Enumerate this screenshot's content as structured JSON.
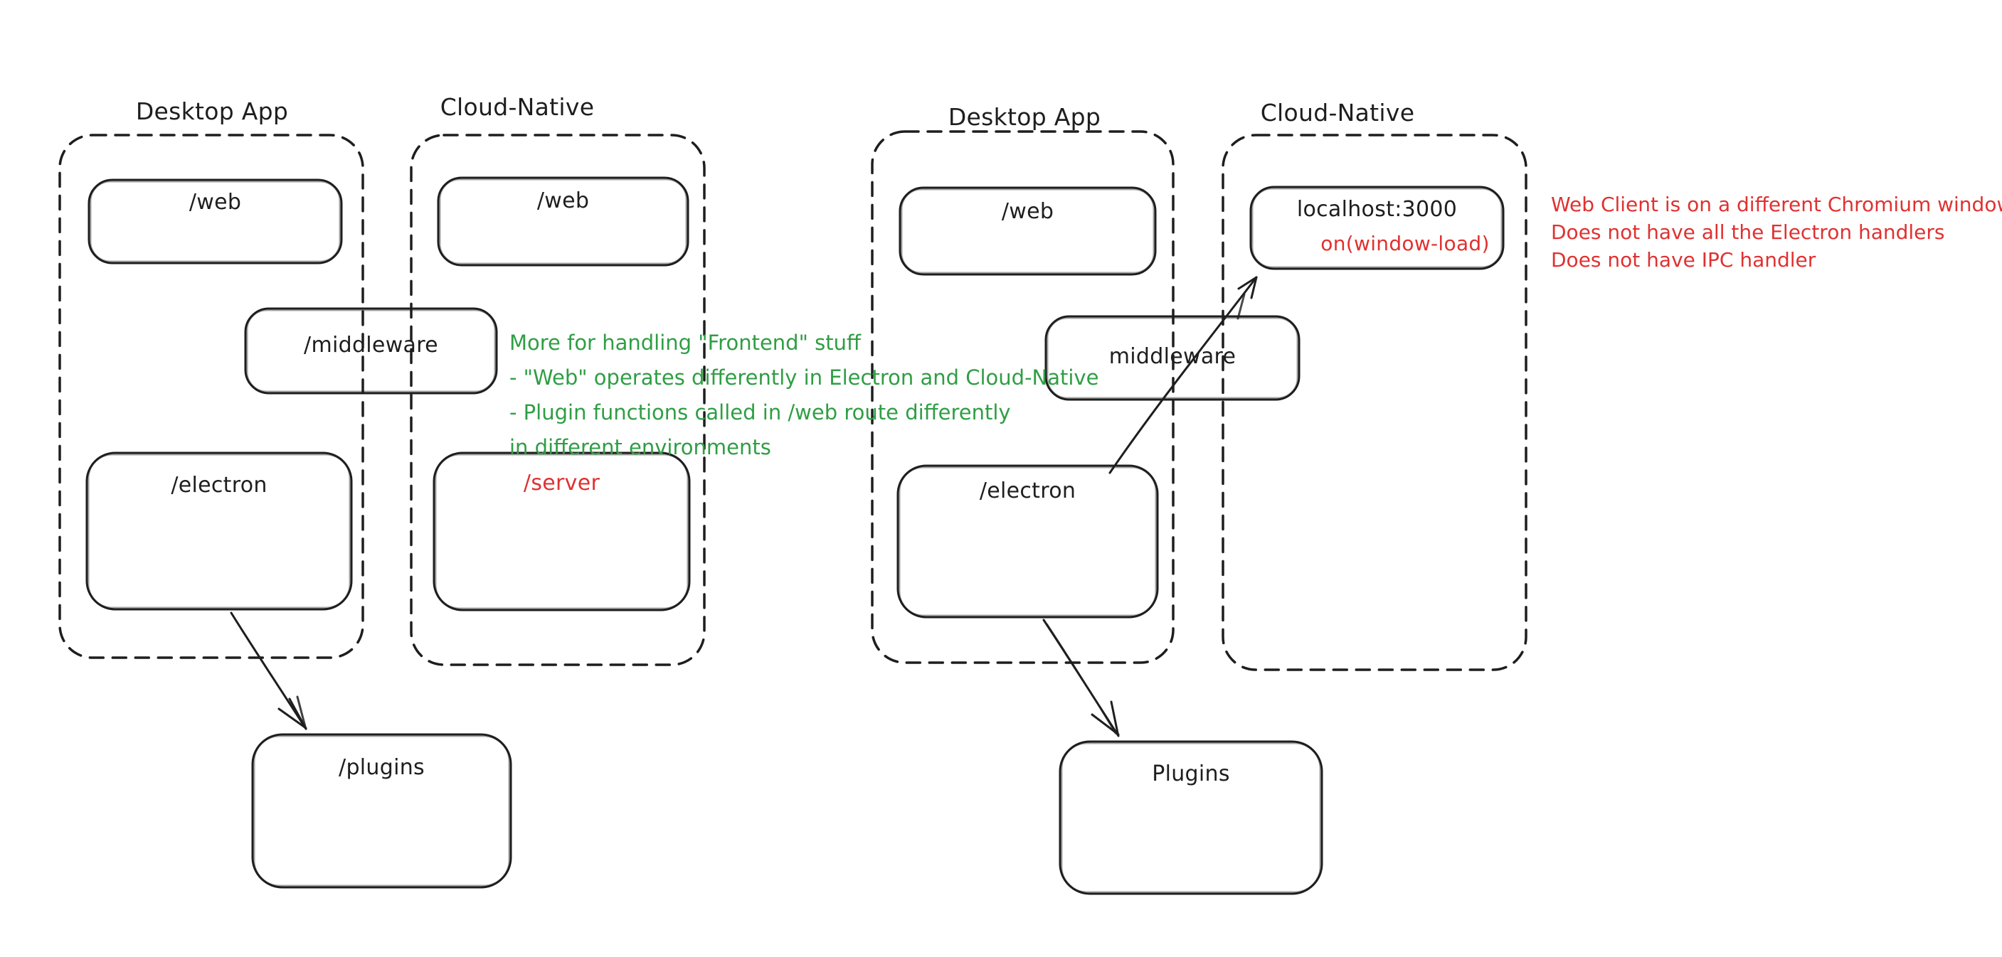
{
  "colors": {
    "ink": "#1e1e1e",
    "red": "#e03131",
    "green": "#2f9e44",
    "background": "#ffffff"
  },
  "left_diagram": {
    "desktop_title": "Desktop App",
    "cloud_title": "Cloud-Native",
    "web_desktop_label": "/web",
    "web_cloud_label": "/web",
    "middleware_label": "/middleware",
    "electron_label": "/electron",
    "server_label": "/server",
    "plugins_label": "/plugins"
  },
  "right_diagram": {
    "desktop_title": "Desktop App",
    "cloud_title": "Cloud-Native",
    "web_label": "/web",
    "localhost_label": "localhost:3000",
    "window_load_label": "on(window-load)",
    "middleware_label": "middleware",
    "electron_label": "/electron",
    "plugins_label": "Plugins"
  },
  "green_note": {
    "line1": "More for handling \"Frontend\" stuff",
    "line2": "- \"Web\" operates differently in Electron and Cloud-Native",
    "line3": "- Plugin functions called in /web route differently",
    "line4": "in different environments"
  },
  "red_note": {
    "line1": "Web Client is on a different Chromium window",
    "line2": "Does not have all the Electron handlers",
    "line3": "Does not have IPC handler"
  }
}
